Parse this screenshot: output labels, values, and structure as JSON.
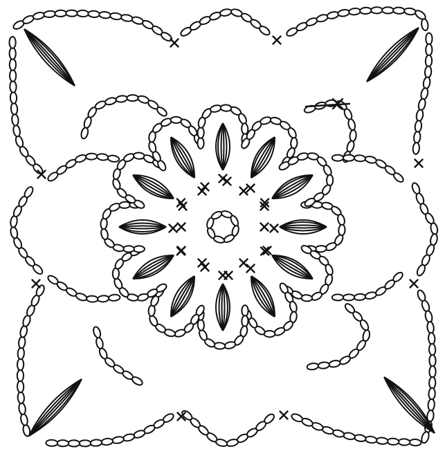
{
  "diagram": {
    "type": "crochet-chart",
    "symbols": [
      {
        "kind": "chain-stitch",
        "icon": "chain-oval-icon"
      },
      {
        "kind": "single-crochet",
        "icon": "x-mark-icon"
      },
      {
        "kind": "treble-cluster",
        "icon": "petal-leaf-icon"
      }
    ],
    "colors": {
      "ink": "#111111",
      "paper": "#ffffff"
    }
  }
}
